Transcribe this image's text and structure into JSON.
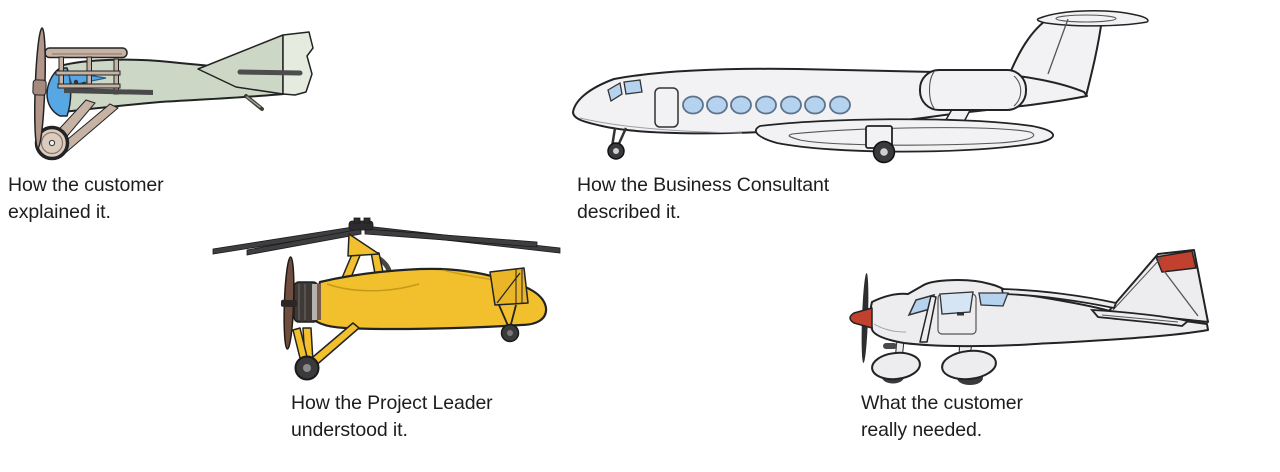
{
  "figure": {
    "background": "#ffffff",
    "text": "#1d1d1d"
  },
  "panels": [
    {
      "name": "customer-explained",
      "illustration": "vintage-biplane",
      "lines": [
        "How the customer",
        "explained it."
      ]
    },
    {
      "name": "consultant-described",
      "illustration": "business-jet",
      "lines": [
        "How the Business Consultant",
        "described it."
      ]
    },
    {
      "name": "project-leader-understood",
      "illustration": "autogyro",
      "lines": [
        "How the Project Leader",
        "understood it."
      ]
    },
    {
      "name": "customer-needed",
      "illustration": "light-aircraft",
      "lines": [
        "What the customer",
        "really needed."
      ]
    }
  ],
  "colors": {
    "background": "#ffffff",
    "text": "#1d1d1d",
    "outline": "#222324",
    "biplane-body": "#ccd7c5",
    "biplane-rudder": "#e6ebe0",
    "biplane-cowl": "#57a7e4",
    "biplane-wood": "#c7b3a4",
    "biplane-prop": "#b2968a",
    "biplane-wheel": "#dbccc0",
    "jet-body": "#f2f2f4",
    "window-blue": "#b5d2ee",
    "window-pale": "#d6e5f3",
    "gyro-yellow": "#f2c02c",
    "gyro-yellow-dark": "#eab526",
    "gyro-prop": "#6e4f3f",
    "cessna-body": "#ededef",
    "cessna-red": "#c2402e",
    "dark-metal": "#3a3a3c"
  }
}
